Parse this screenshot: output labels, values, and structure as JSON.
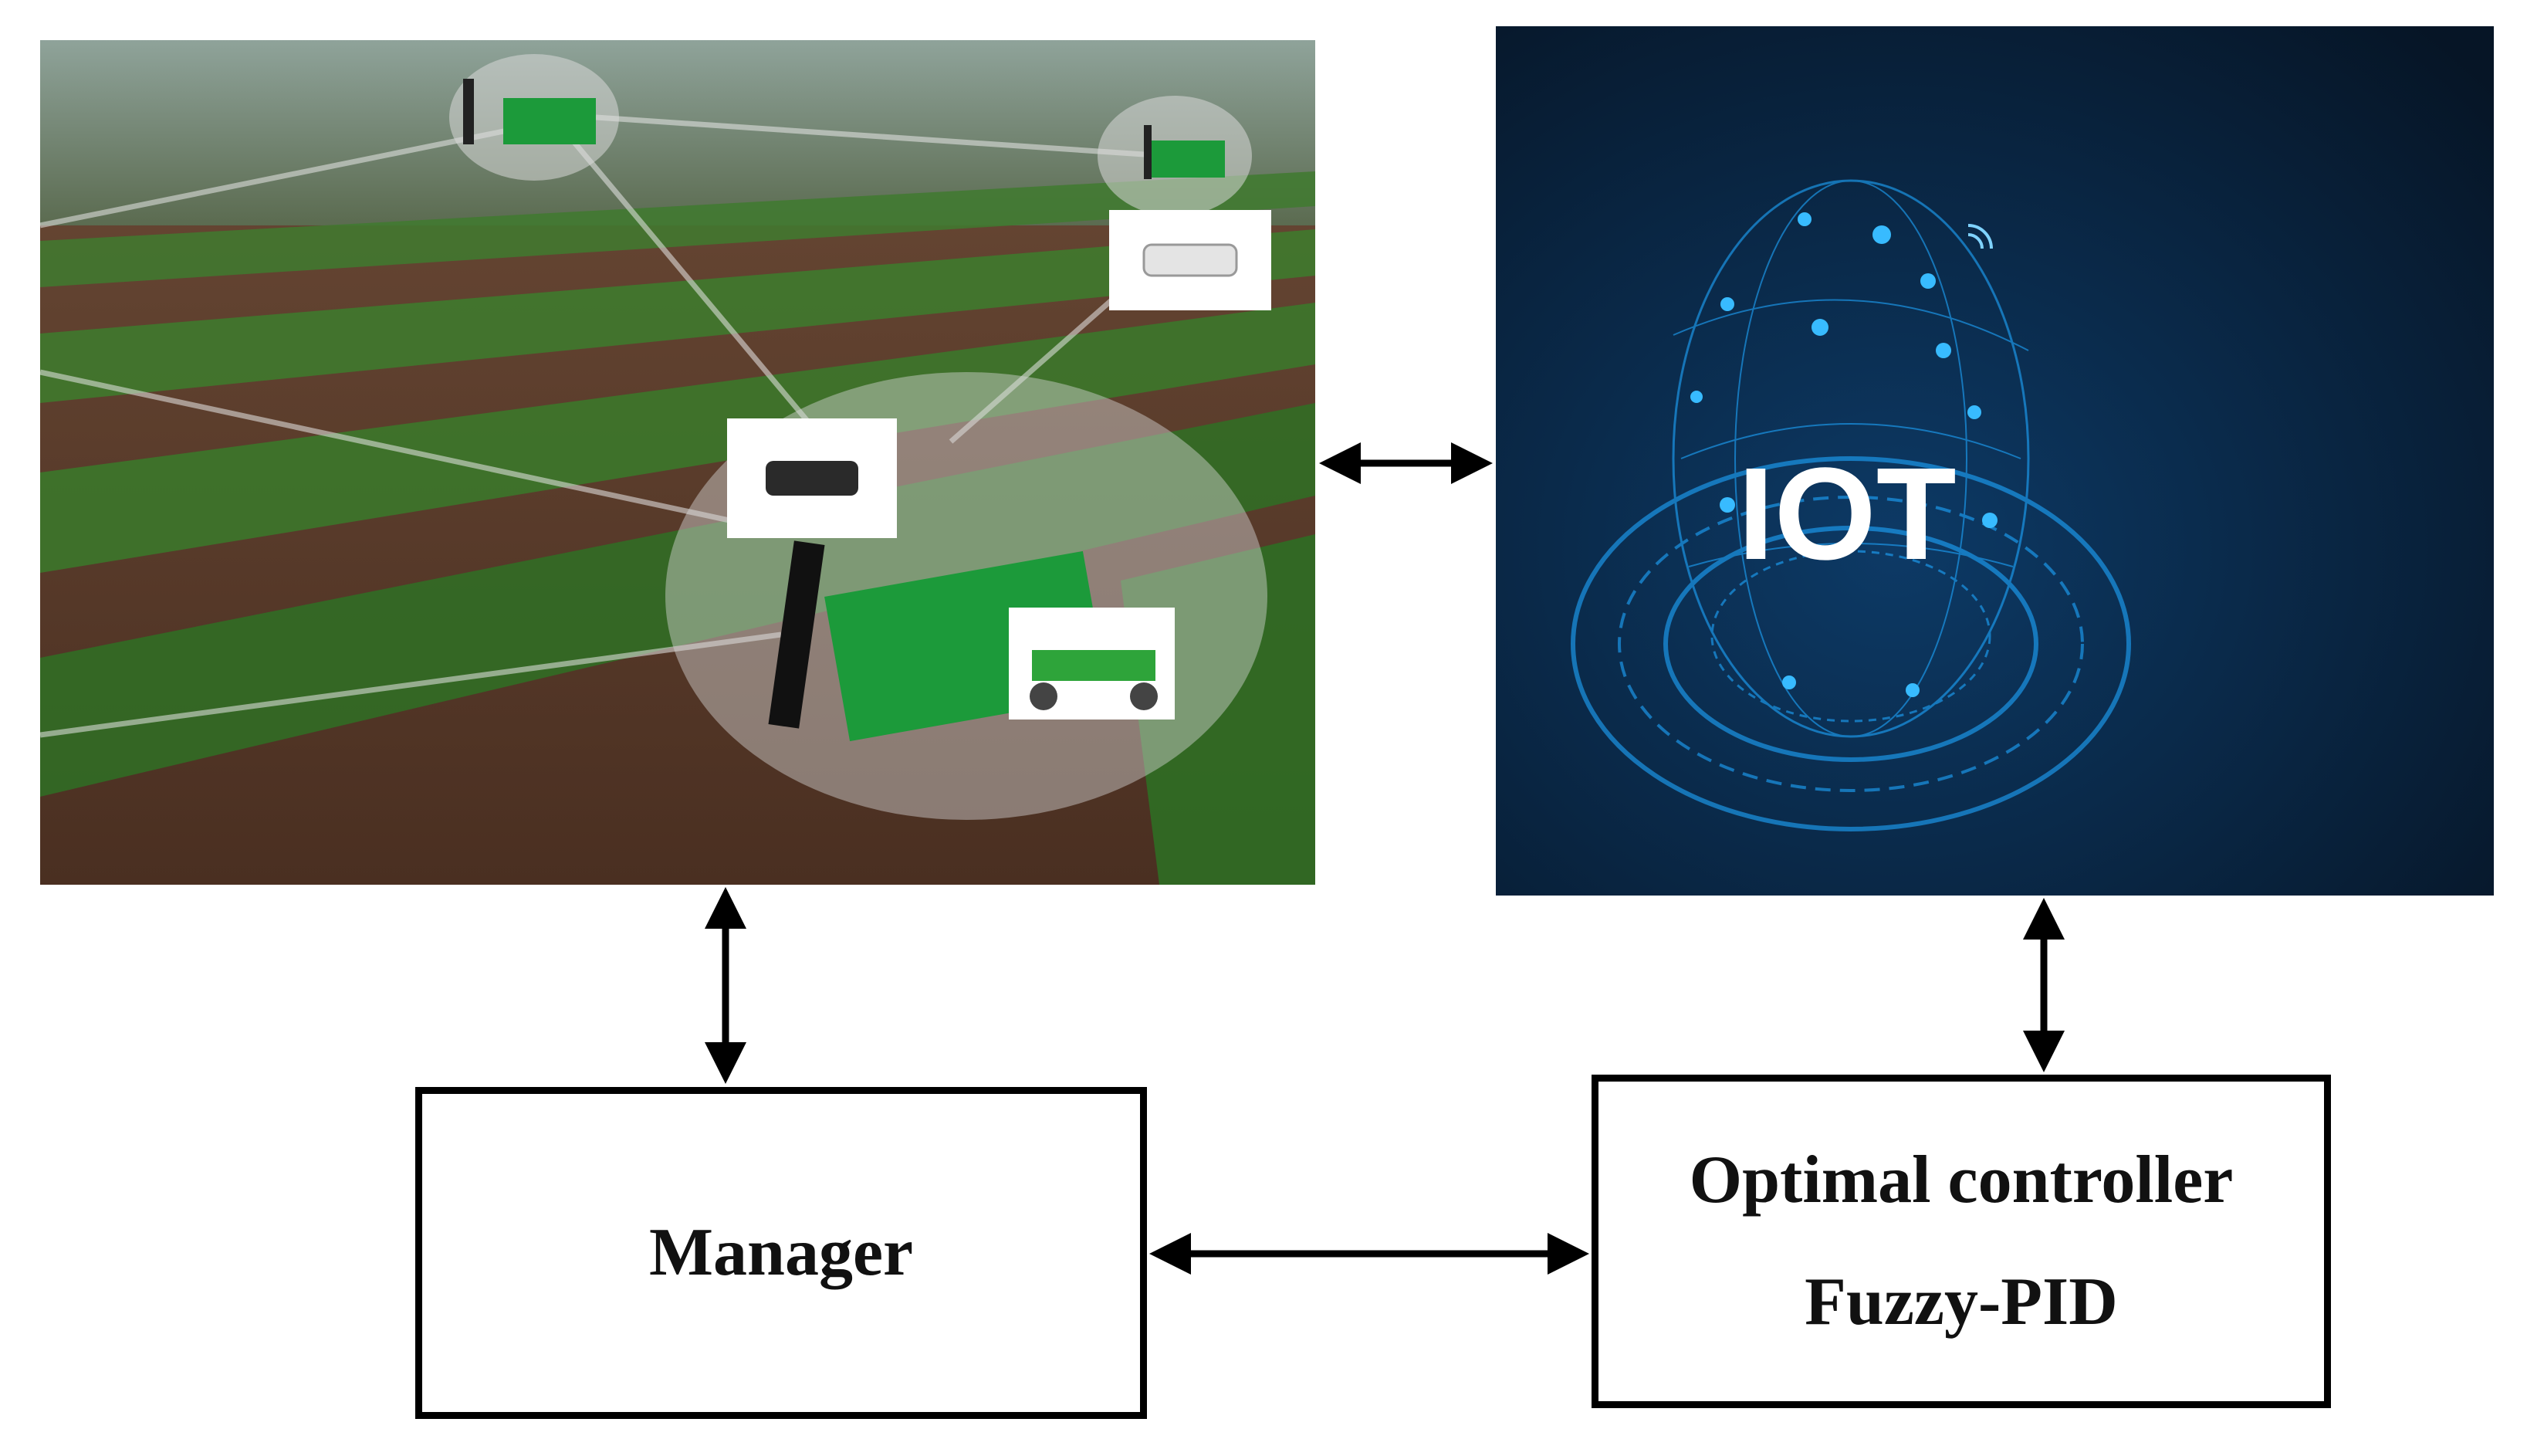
{
  "field_scene": {
    "nodes": [
      "sensor-node",
      "sensor-node",
      "gateway-node"
    ],
    "devices": [
      "drone",
      "drone",
      "field-robot"
    ]
  },
  "iot": {
    "label": "IOT",
    "icons": [
      "wifi-icon",
      "cloud-upload-icon",
      "fingerprint-icon",
      "lock-icon"
    ],
    "colors": {
      "background": "#071a33",
      "accent": "#1ea7ff"
    }
  },
  "manager": {
    "label": "Manager"
  },
  "controller": {
    "line1": "Optimal controller",
    "line2": "Fuzzy-PID"
  },
  "connections": [
    {
      "from": "field",
      "to": "iot",
      "direction": "bidirectional"
    },
    {
      "from": "field",
      "to": "manager",
      "direction": "bidirectional"
    },
    {
      "from": "iot",
      "to": "controller",
      "direction": "bidirectional"
    },
    {
      "from": "manager",
      "to": "controller",
      "direction": "bidirectional"
    }
  ]
}
